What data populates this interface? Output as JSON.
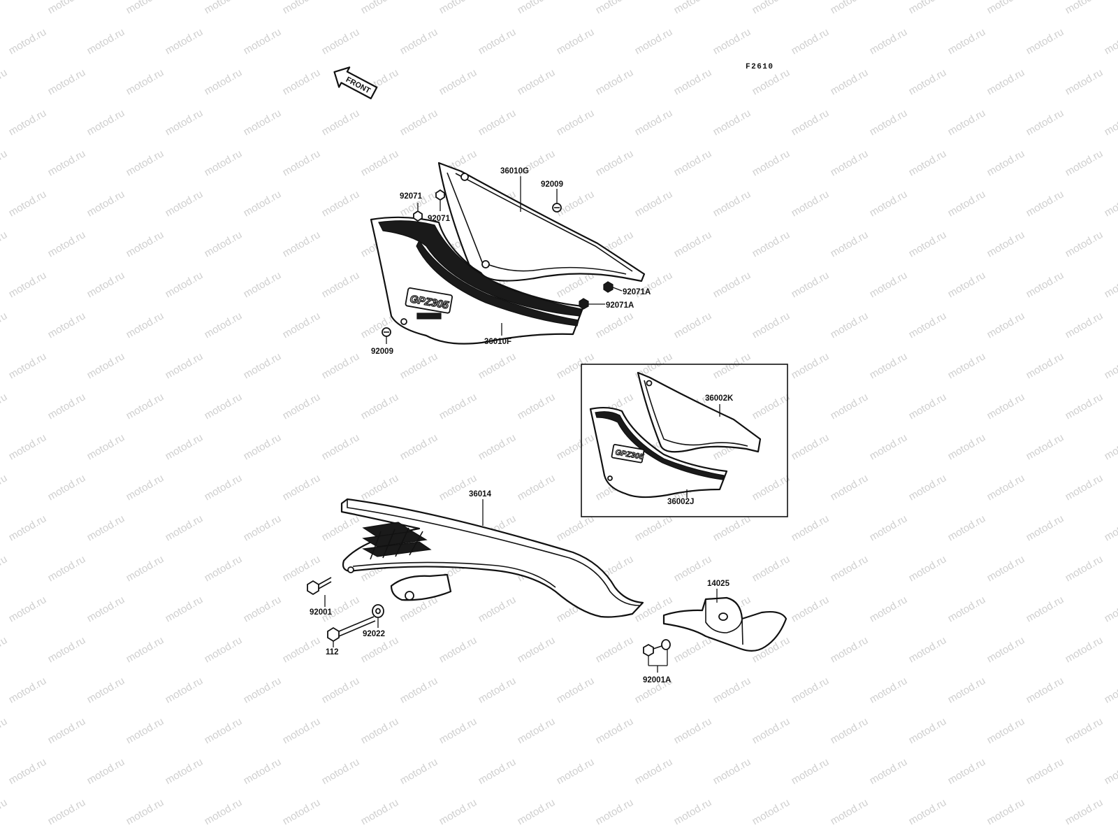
{
  "watermark": "motod.ru",
  "diagram_code": "F2610",
  "front_arrow_label": "FRONT",
  "side_cover_logo": "GPZ305",
  "labels": {
    "p36010G": "36010G",
    "p92009_top": "92009",
    "p92071_upper": "92071",
    "p92071_lower": "92071",
    "p92071A_upper": "92071A",
    "p92071A_lower": "92071A",
    "p92009_bottom": "92009",
    "p36010F": "36010F",
    "p36002K": "36002K",
    "p36002J": "36002J",
    "p36014": "36014",
    "p92001": "92001",
    "p92022": "92022",
    "p112": "112",
    "p14025": "14025",
    "p92001A": "92001A"
  }
}
